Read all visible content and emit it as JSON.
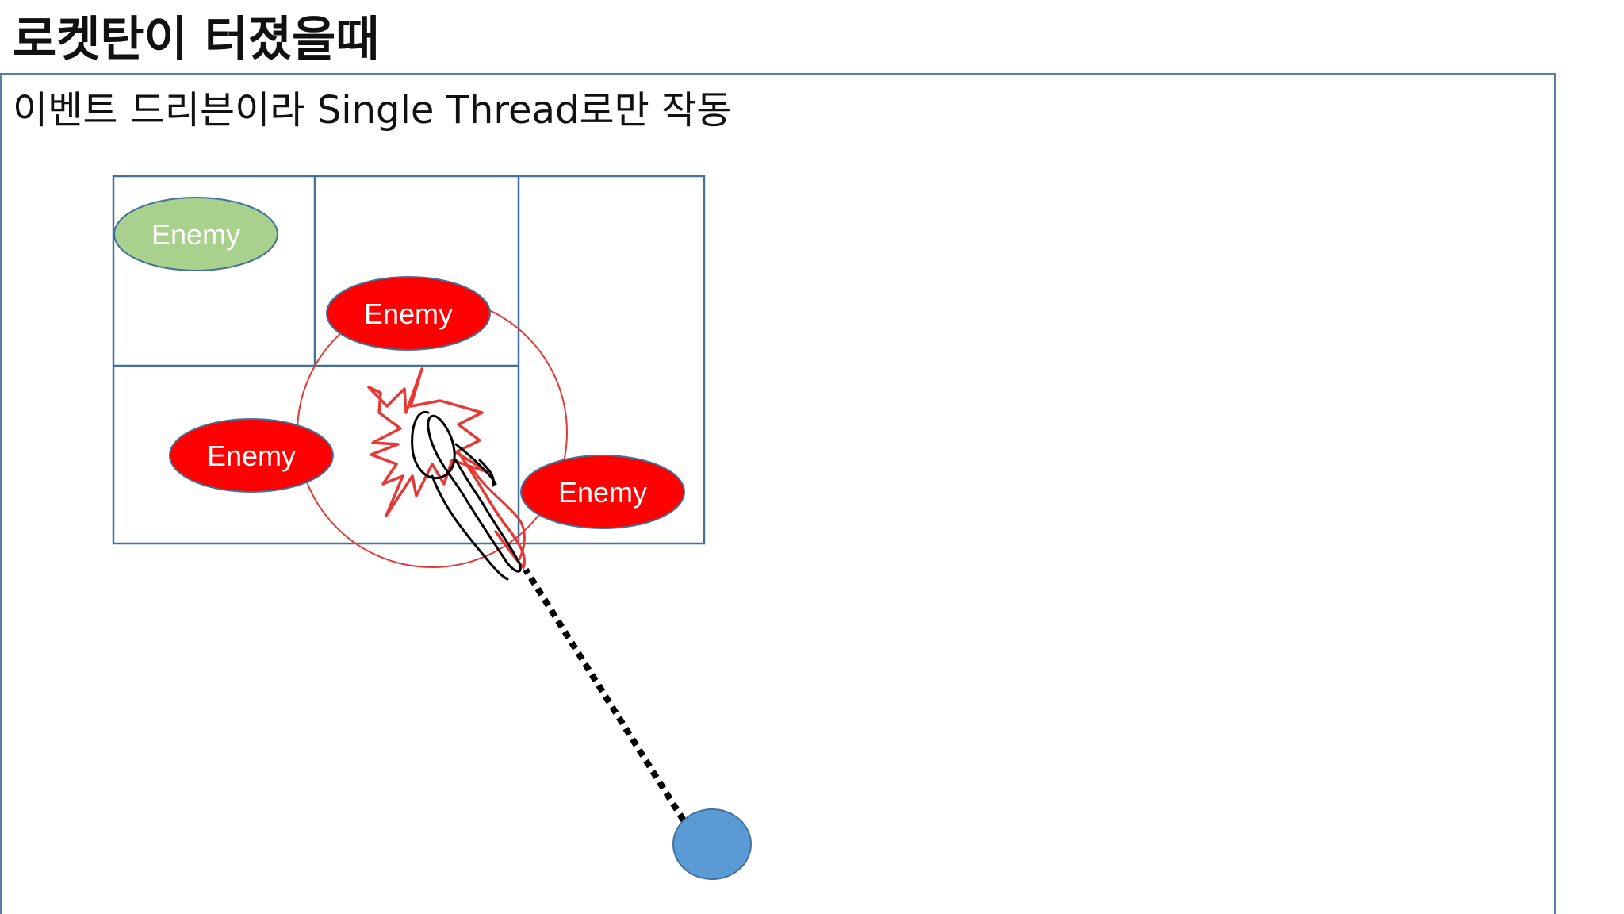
{
  "slide": {
    "title": "로켓탄이 터졌을때",
    "subtitle": "이벤트 드리븐이라 Single Thread로만 작동"
  },
  "diagram": {
    "enemies": [
      {
        "label": "Enemy",
        "state": "unaffected",
        "color": "#a9d18e"
      },
      {
        "label": "Enemy",
        "state": "hit",
        "color": "#ff0000"
      },
      {
        "label": "Enemy",
        "state": "hit",
        "color": "#ff0000"
      },
      {
        "label": "Enemy",
        "state": "hit",
        "color": "#ff0000"
      }
    ],
    "colors": {
      "grid_stroke": "#41719c",
      "blast_radius": "#e53935",
      "rocket_path": "#000000",
      "launcher": "#5b9bd5",
      "frame": "#5a7fa6"
    }
  }
}
